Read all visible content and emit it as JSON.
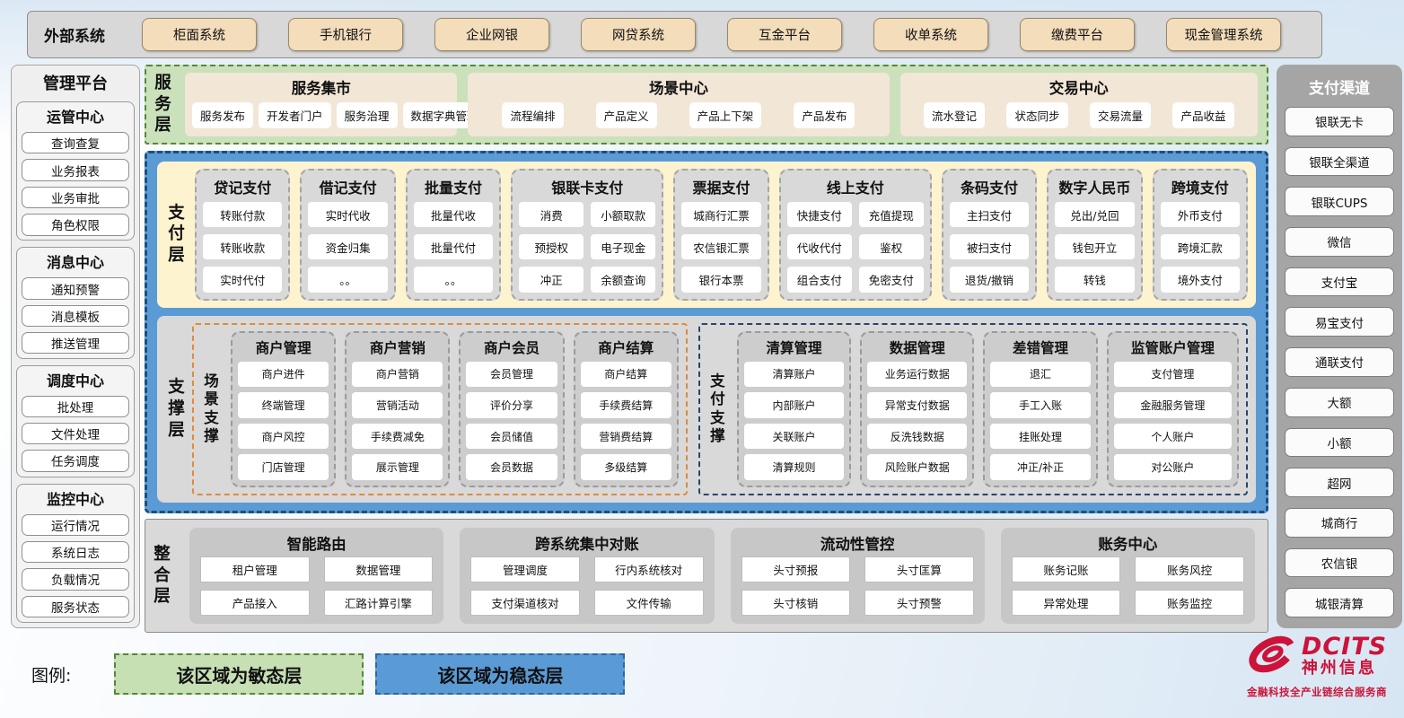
{
  "external_systems": {
    "label": "外部系统",
    "items": [
      "柜面系统",
      "手机银行",
      "企业网银",
      "网贷系统",
      "互金平台",
      "收单系统",
      "缴费平台",
      "现金管理系统"
    ]
  },
  "management_platform": {
    "title": "管理平台",
    "groups": [
      {
        "title": "运管中心",
        "items": [
          "查询查复",
          "业务报表",
          "业务审批",
          "角色权限"
        ]
      },
      {
        "title": "消息中心",
        "items": [
          "通知预警",
          "消息模板",
          "推送管理"
        ]
      },
      {
        "title": "调度中心",
        "items": [
          "批处理",
          "文件处理",
          "任务调度"
        ]
      },
      {
        "title": "监控中心",
        "items": [
          "运行情况",
          "系统日志",
          "负载情况",
          "服务状态"
        ]
      }
    ]
  },
  "service_layer": {
    "label": "服务层",
    "panels": [
      {
        "title": "服务集市",
        "items": [
          "服务发布",
          "开发者门户",
          "服务治理",
          "数据字典管理"
        ]
      },
      {
        "title": "场景中心",
        "items": [
          "流程编排",
          "产品定义",
          "产品上下架",
          "产品发布"
        ]
      },
      {
        "title": "交易中心",
        "items": [
          "流水登记",
          "状态同步",
          "交易流量",
          "产品收益"
        ]
      }
    ]
  },
  "payment_layer": {
    "label": "支付层",
    "columns": [
      {
        "title": "贷记支付",
        "layout": "single",
        "items": [
          "转账付款",
          "转账收款",
          "实时代付"
        ]
      },
      {
        "title": "借记支付",
        "layout": "single",
        "items": [
          "实时代收",
          "资金归集",
          "。。"
        ]
      },
      {
        "title": "批量支付",
        "layout": "single",
        "items": [
          "批量代收",
          "批量代付",
          "。。"
        ]
      },
      {
        "title": "银联卡支付",
        "layout": "double",
        "items": [
          "消费",
          "小额取款",
          "预授权",
          "电子现金",
          "冲正",
          "余额查询"
        ]
      },
      {
        "title": "票据支付",
        "layout": "single",
        "items": [
          "城商行汇票",
          "农信银汇票",
          "银行本票"
        ]
      },
      {
        "title": "线上支付",
        "layout": "double",
        "items": [
          "快捷支付",
          "充值提现",
          "代收代付",
          "鉴权",
          "组合支付",
          "免密支付"
        ]
      },
      {
        "title": "条码支付",
        "layout": "single",
        "items": [
          "主扫支付",
          "被扫支付",
          "退货/撤销"
        ]
      },
      {
        "title": "数字人民币",
        "layout": "single",
        "items": [
          "兑出/兑回",
          "钱包开立",
          "转钱"
        ]
      },
      {
        "title": "跨境支付",
        "layout": "single",
        "items": [
          "外币支付",
          "跨境汇款",
          "境外支付"
        ]
      }
    ]
  },
  "support_layer": {
    "label": "支撑层",
    "scene_support": {
      "label": "场景支撑",
      "columns": [
        {
          "title": "商户管理",
          "items": [
            "商户进件",
            "终端管理",
            "商户风控",
            "门店管理"
          ]
        },
        {
          "title": "商户营销",
          "items": [
            "商户营销",
            "营销活动",
            "手续费减免",
            "展示管理"
          ]
        },
        {
          "title": "商户会员",
          "items": [
            "会员管理",
            "评价分享",
            "会员储值",
            "会员数据"
          ]
        },
        {
          "title": "商户结算",
          "items": [
            "商户结算",
            "手续费结算",
            "营销费结算",
            "多级结算"
          ]
        }
      ]
    },
    "payment_support": {
      "label": "支付支撑",
      "columns": [
        {
          "title": "清算管理",
          "items": [
            "清算账户",
            "内部账户",
            "关联账户",
            "清算规则"
          ]
        },
        {
          "title": "数据管理",
          "items": [
            "业务运行数据",
            "异常支付数据",
            "反洗钱数据",
            "风险账户数据"
          ]
        },
        {
          "title": "差错管理",
          "items": [
            "退汇",
            "手工入账",
            "挂账处理",
            "冲正/补正"
          ]
        },
        {
          "title": "监管账户管理",
          "items": [
            "支付管理",
            "金融服务管理",
            "个人账户",
            "对公账户"
          ]
        }
      ]
    }
  },
  "integration_layer": {
    "label": "整合层",
    "panels": [
      {
        "title": "智能路由",
        "items": [
          "租户管理",
          "数据管理",
          "产品接入",
          "汇路计算引擎"
        ]
      },
      {
        "title": "跨系统集中对账",
        "items": [
          "管理调度",
          "行内系统核对",
          "支付渠道核对",
          "文件传输"
        ]
      },
      {
        "title": "流动性管控",
        "items": [
          "头寸预报",
          "头寸匡算",
          "头寸核销",
          "头寸预警"
        ]
      },
      {
        "title": "账务中心",
        "items": [
          "账务记账",
          "账务风控",
          "异常处理",
          "账务监控"
        ]
      }
    ]
  },
  "payment_channels": {
    "title": "支付渠道",
    "items": [
      "银联无卡",
      "银联全渠道",
      "银联CUPS",
      "微信",
      "支付宝",
      "易宝支付",
      "通联支付",
      "大额",
      "小额",
      "超网",
      "城商行",
      "农信银",
      "城银清算"
    ]
  },
  "legend": {
    "label": "图例:",
    "items": [
      {
        "text": "该区域为敏态层",
        "color": "#c6e0b4"
      },
      {
        "text": "该区域为稳态层",
        "color": "#5b9bd5"
      }
    ]
  },
  "logo": {
    "brand": "DCITS",
    "name": "神州信息",
    "tagline": "金融科技全产业链综合服务商"
  },
  "colors": {
    "sensitive_layer_green": "#c6e0b4",
    "stable_layer_blue": "#5b9bd5",
    "brand_red": "#cc1339"
  }
}
